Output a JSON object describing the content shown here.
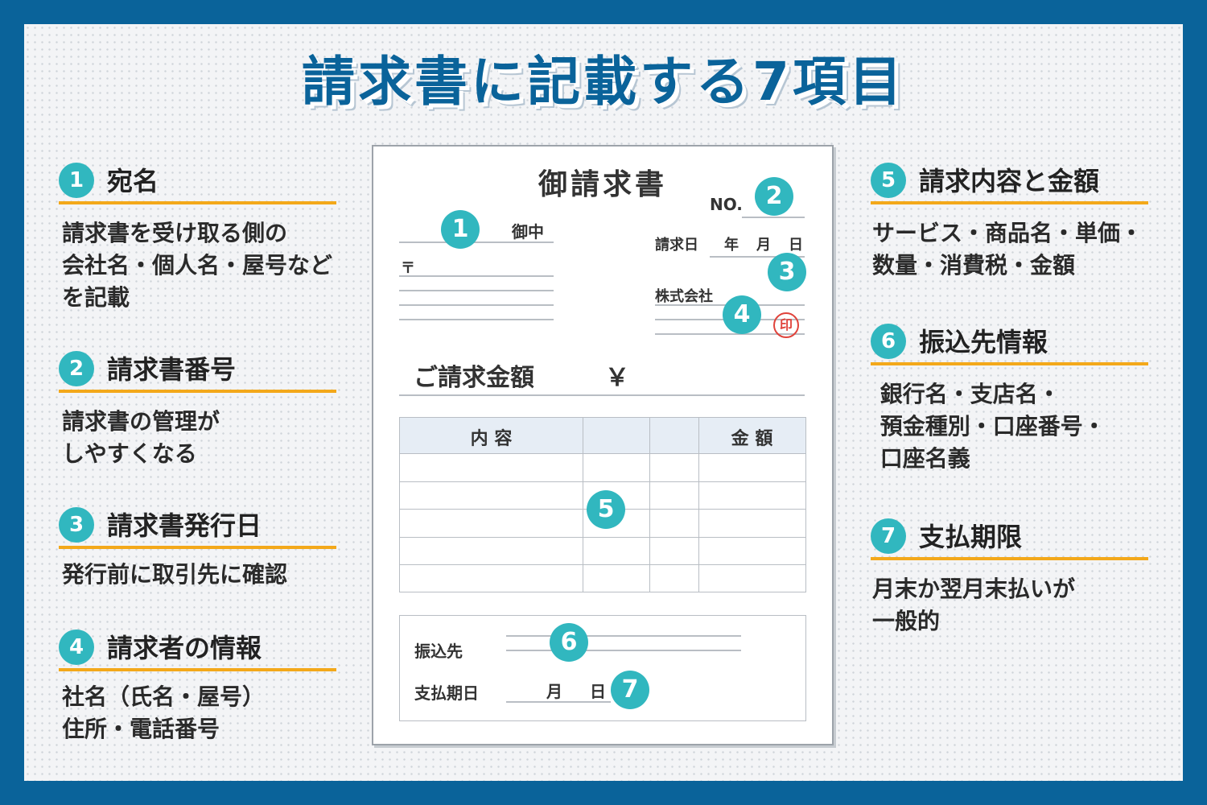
{
  "title": "請求書に記載する7項目",
  "items": [
    {
      "num": "1",
      "title": "宛名",
      "desc": "請求書を受け取る側の\n会社名・個人名・屋号など\nを記載"
    },
    {
      "num": "2",
      "title": "請求書番号",
      "desc": "請求書の管理が\nしやすくなる"
    },
    {
      "num": "3",
      "title": "請求書発行日",
      "desc": "発行前に取引先に確認"
    },
    {
      "num": "4",
      "title": "請求者の情報",
      "desc": "社名（氏名・屋号）\n住所・電話番号"
    },
    {
      "num": "5",
      "title": "請求内容と金額",
      "desc": "サービス・商品名・単価・\n数量・消費税・金額"
    },
    {
      "num": "6",
      "title": "振込先情報",
      "desc": " 銀行名・支店名・\n 預金種別・口座番号・\n 口座名義"
    },
    {
      "num": "7",
      "title": "支払期限",
      "desc": "月末か翌月末払いが\n一般的"
    }
  ],
  "invoice": {
    "title": "御請求書",
    "onchu": "御中",
    "postal": "〒",
    "no_label": "NO.",
    "date_label": "請求日",
    "year": "年",
    "month": "月",
    "day": "日",
    "company_label": "株式会社",
    "stamp": "印",
    "amount_label": "ご請求金額",
    "yen": "￥",
    "col_content": "内 容",
    "col_amount": "金 額",
    "bank_label": "振込先",
    "due_label": "支払期日",
    "due_month": "月",
    "due_day": "日"
  },
  "colors": {
    "frame": "#0a639a",
    "accent": "#31b7bf",
    "underline": "#f3a81a",
    "stamp": "#e0433b"
  }
}
